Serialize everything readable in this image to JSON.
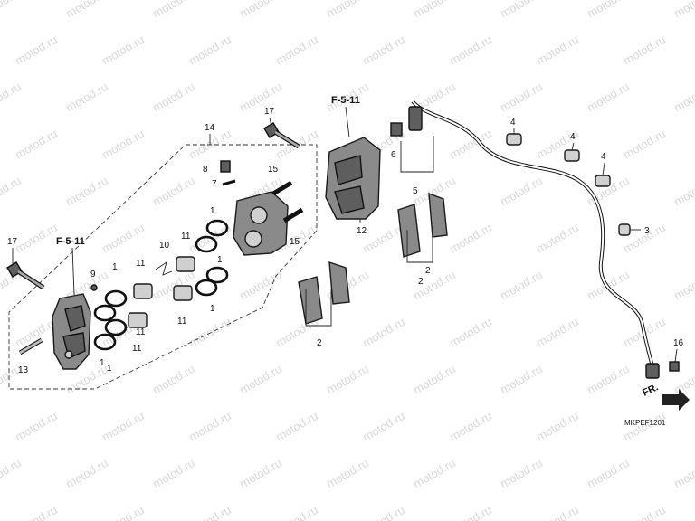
{
  "watermark": "motod.ru",
  "diagram_code": "MKPEF1201",
  "front_arrow": "FR.",
  "references": [
    "F-5-11",
    "F-5-11"
  ],
  "callouts": [
    "1",
    "1",
    "1",
    "1",
    "1",
    "1",
    "2",
    "2",
    "2",
    "3",
    "4",
    "4",
    "4",
    "5",
    "6",
    "7",
    "8",
    "9",
    "10",
    "11",
    "11",
    "11",
    "11",
    "11",
    "12",
    "13",
    "14",
    "15",
    "15",
    "16",
    "17",
    "17"
  ]
}
